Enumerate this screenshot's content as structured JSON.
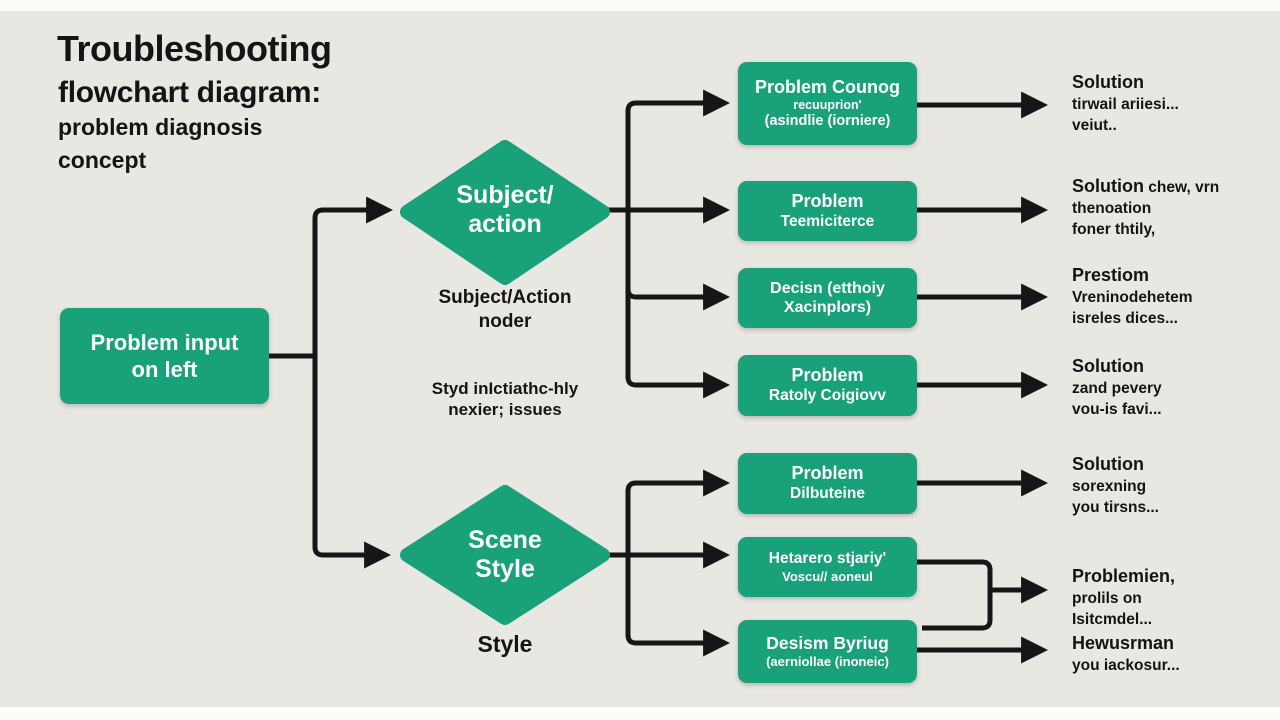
{
  "title": {
    "line1": "Troubleshooting",
    "line2": "flowchart diagram:",
    "line3": "problem diagnosis",
    "line4": "concept"
  },
  "colors": {
    "node_green": "#19a179",
    "background": "#e9e7e1",
    "connector": "#161616",
    "node_text": "#ffffff"
  },
  "input_box": {
    "line1": "Problem input",
    "line2": "on left"
  },
  "diamond1": {
    "line1": "Subject/",
    "line2": "action"
  },
  "diamond1_caption": {
    "line1": "Subject/Action",
    "line2": "noder"
  },
  "diamond1_note": {
    "line1": "Styd inIctiathc-hly",
    "line2": "nexier; issues"
  },
  "diamond2": {
    "line1": "Scene",
    "line2": "Style"
  },
  "diamond2_caption": "Style",
  "boxes": [
    {
      "line1": "Problem Counog",
      "line2": "recuuprion'",
      "line3": "(asindlie (iorniere)"
    },
    {
      "line1": "Problem",
      "line2": "Teemiciterce"
    },
    {
      "line1": "Decisn (etthoiy",
      "line2": "Xacinplors)"
    },
    {
      "line1": "Problem",
      "line2": "Ratoly Coigiovv"
    },
    {
      "line1": "Problem",
      "line2": "Dilbuteine"
    },
    {
      "line1": "Hetarero stjariy'",
      "line2": "Voscu// aoneul"
    },
    {
      "line1": "Desism Byriug",
      "line2": "(aerniollae (inoneic)"
    }
  ],
  "outputs": [
    {
      "bold": "Solution",
      "tail": "",
      "line2": "tirwail ariiesi...",
      "line3": "veiut.."
    },
    {
      "bold": "Solution",
      "tail": " chew, vrn",
      "line2": "thenoation",
      "line3": "foner thtily,"
    },
    {
      "bold": "Prestiom",
      "tail": "",
      "line2": "Vreninodehetem",
      "line3": "isreles dices..."
    },
    {
      "bold": "Solution",
      "tail": "",
      "line2": "zand pevery",
      "line3": "vou-is favi..."
    },
    {
      "bold": "Solution",
      "tail": "",
      "line2": "sorexning",
      "line3": "you tirsns..."
    },
    {
      "bold": "Problemien,",
      "tail": "",
      "line2": "prolils on",
      "line3": "Isitcmdel..."
    },
    {
      "bold": "Hewusrman",
      "tail": "",
      "line2": "you iackosur...",
      "line3": ""
    }
  ]
}
